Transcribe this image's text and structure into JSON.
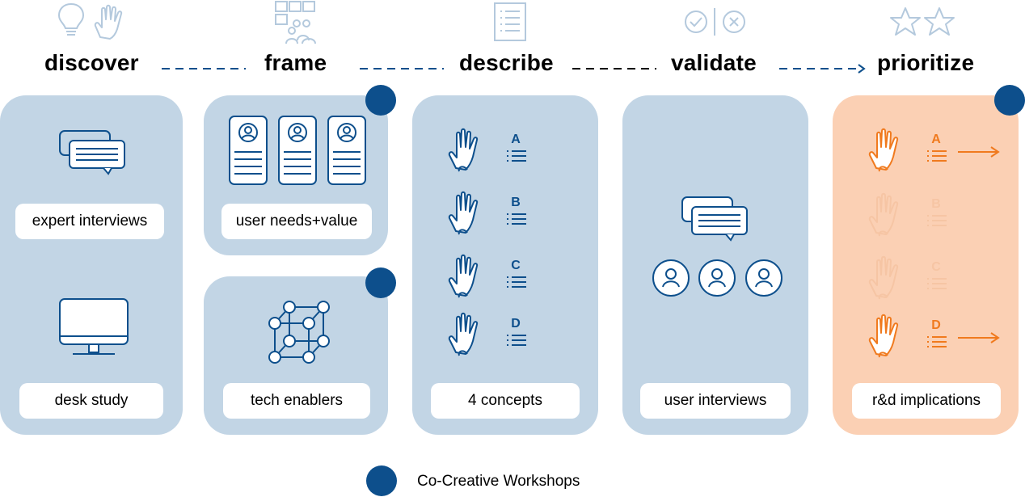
{
  "stages": [
    {
      "label": "discover",
      "top_icons": [
        "lightbulb-icon",
        "hand-icon"
      ]
    },
    {
      "label": "frame",
      "top_icons": [
        "people-grid-icon"
      ]
    },
    {
      "label": "describe",
      "top_icons": [
        "document-list-icon"
      ]
    },
    {
      "label": "validate",
      "top_icons": [
        "check-circle-icon",
        "x-circle-icon"
      ]
    },
    {
      "label": "prioritize",
      "top_icons": [
        "star-icon",
        "star-icon"
      ]
    }
  ],
  "cards": {
    "discover": {
      "labels": [
        "expert interviews",
        "desk study"
      ],
      "icons": [
        "chat-bubbles-icon",
        "monitor-icon"
      ]
    },
    "frame_top": {
      "label": "user needs+value",
      "icon": "persona-cards-icon",
      "workshop": true
    },
    "frame_bottom": {
      "label": "tech enablers",
      "icon": "network-cube-icon",
      "workshop": true
    },
    "describe": {
      "label": "4 concepts",
      "concepts": [
        "A",
        "B",
        "C",
        "D"
      ]
    },
    "validate": {
      "label": "user interviews",
      "icons": [
        "chat-bubbles-icon",
        "user-avatar-icon"
      ]
    },
    "prioritize": {
      "label": "r&d implications",
      "concepts": [
        "A",
        "B",
        "C",
        "D"
      ],
      "selected": [
        "A",
        "D"
      ],
      "workshop": true
    }
  },
  "legend": {
    "label": "Co-Creative Workshops"
  },
  "colors": {
    "card_blue": "#c2d5e5",
    "card_orange": "#fbd0b4",
    "accent_blue": "#0d4f8c",
    "accent_orange": "#f07a1e",
    "icon_gray": "#b4c9dd"
  }
}
